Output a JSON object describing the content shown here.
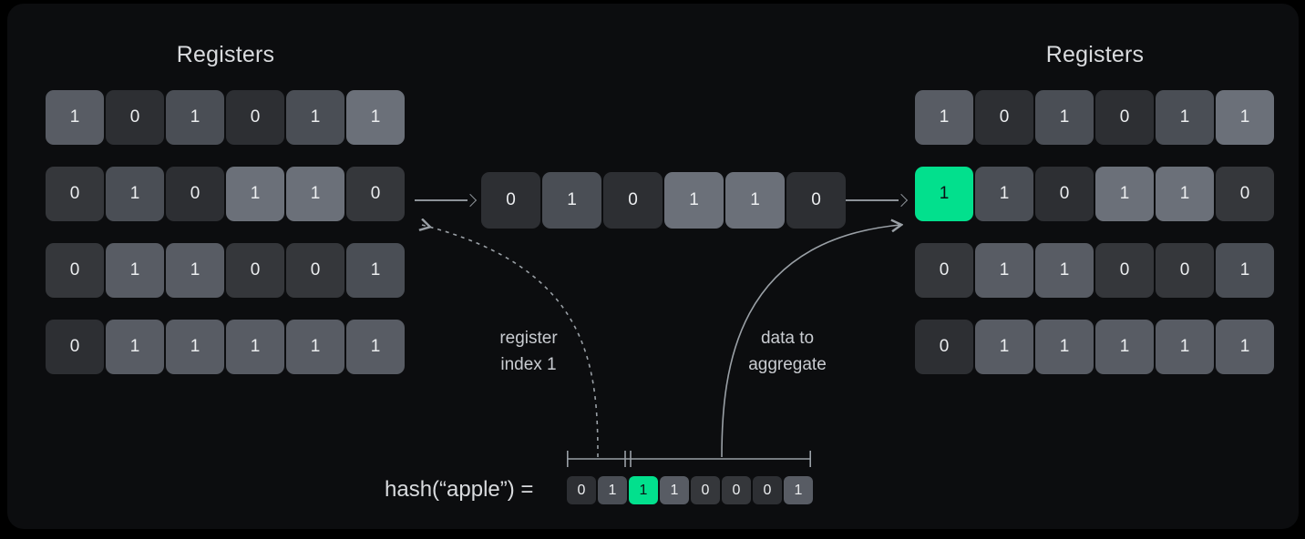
{
  "panel": {
    "background": "#0c0d0f",
    "accent": "#02e08d"
  },
  "left_register": {
    "title": "Registers",
    "rows": [
      {
        "bits": [
          "1",
          "0",
          "1",
          "0",
          "1",
          "1"
        ]
      },
      {
        "bits": [
          "0",
          "1",
          "0",
          "1",
          "1",
          "0"
        ]
      },
      {
        "bits": [
          "0",
          "1",
          "1",
          "0",
          "0",
          "1"
        ]
      },
      {
        "bits": [
          "0",
          "1",
          "1",
          "1",
          "1",
          "1"
        ]
      }
    ]
  },
  "right_register": {
    "title": "Registers",
    "rows": [
      {
        "bits": [
          "1",
          "0",
          "1",
          "0",
          "1",
          "1"
        ]
      },
      {
        "bits": [
          "1",
          "1",
          "0",
          "1",
          "1",
          "0"
        ]
      },
      {
        "bits": [
          "0",
          "1",
          "1",
          "0",
          "0",
          "1"
        ]
      },
      {
        "bits": [
          "0",
          "1",
          "1",
          "1",
          "1",
          "1"
        ]
      }
    ],
    "highlighted_cell": {
      "row": 1,
      "col": 0,
      "value": "1"
    }
  },
  "selected_register": {
    "index": 1,
    "bits": [
      "0",
      "1",
      "0",
      "1",
      "1",
      "0"
    ]
  },
  "connectors": {
    "register_index_label": "register\nindex 1",
    "data_to_aggregate_label": "data to\naggregate",
    "arrow_in_name": "arrow-right",
    "arrow_out_name": "arrow-right"
  },
  "hash": {
    "label": "hash(“apple”) =",
    "bits": [
      "0",
      "1",
      "1",
      "1",
      "0",
      "0",
      "0",
      "1"
    ],
    "highlighted_bit_index": 2,
    "index_span_bits": [
      0,
      1
    ],
    "data_span_bits": [
      2,
      3,
      4,
      5,
      6,
      7
    ]
  }
}
